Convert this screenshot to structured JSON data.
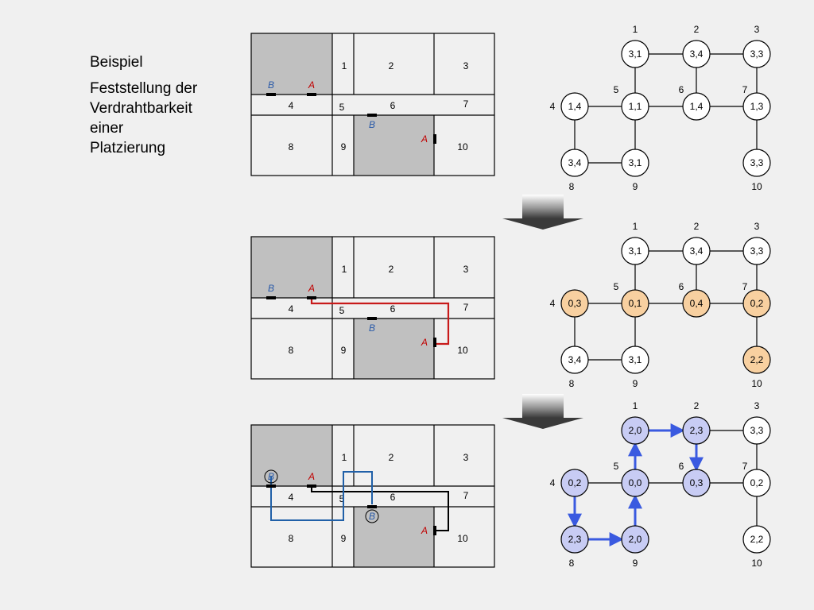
{
  "heading": {
    "title": "Beispiel",
    "subtitle_lines": [
      "Feststellung der",
      "Verdrahtbarkeit",
      "einer",
      "Platzierung"
    ]
  },
  "colors": {
    "background": "#f0f0f0",
    "block_fill": "#c0c0c0",
    "pin_a": "#c00000",
    "pin_b": "#2a5aa8",
    "route_red": "#c81a1a",
    "route_blue": "#2060a8",
    "route_black": "#000000",
    "node_orange": "#f8d0a0",
    "node_lavender": "#c8ccf4",
    "arrow_blue": "#3a5ae0"
  },
  "floorplan": {
    "cells": [
      "1",
      "2",
      "3",
      "4",
      "5",
      "6",
      "7",
      "8",
      "9",
      "10"
    ],
    "pins": {
      "a": "A",
      "b": "B"
    }
  },
  "graph_indices": [
    "1",
    "2",
    "3",
    "4",
    "5",
    "6",
    "7",
    "8",
    "9",
    "10"
  ],
  "panels": [
    {
      "name": "initial",
      "floorplan_route": "none",
      "circled_pins": false,
      "nodes": [
        {
          "id": "1",
          "label": "3,1",
          "style": "plain"
        },
        {
          "id": "2",
          "label": "3,4",
          "style": "plain"
        },
        {
          "id": "3",
          "label": "3,3",
          "style": "plain"
        },
        {
          "id": "4",
          "label": "1,4",
          "style": "plain"
        },
        {
          "id": "5",
          "label": "1,1",
          "style": "plain"
        },
        {
          "id": "6",
          "label": "1,4",
          "style": "plain"
        },
        {
          "id": "7",
          "label": "1,3",
          "style": "plain"
        },
        {
          "id": "8",
          "label": "3,4",
          "style": "plain"
        },
        {
          "id": "9",
          "label": "3,1",
          "style": "plain"
        },
        {
          "id": "10",
          "label": "3,3",
          "style": "plain"
        }
      ],
      "arrows": []
    },
    {
      "name": "route-a",
      "floorplan_route": "A",
      "circled_pins": false,
      "nodes": [
        {
          "id": "1",
          "label": "3,1",
          "style": "plain"
        },
        {
          "id": "2",
          "label": "3,4",
          "style": "plain"
        },
        {
          "id": "3",
          "label": "3,3",
          "style": "plain"
        },
        {
          "id": "4",
          "label": "0,3",
          "style": "orange"
        },
        {
          "id": "5",
          "label": "0,1",
          "style": "orange"
        },
        {
          "id": "6",
          "label": "0,4",
          "style": "orange"
        },
        {
          "id": "7",
          "label": "0,2",
          "style": "orange"
        },
        {
          "id": "8",
          "label": "3,4",
          "style": "plain"
        },
        {
          "id": "9",
          "label": "3,1",
          "style": "plain"
        },
        {
          "id": "10",
          "label": "2,2",
          "style": "orange"
        }
      ],
      "arrows": []
    },
    {
      "name": "route-b",
      "floorplan_route": "AB",
      "circled_pins": true,
      "nodes": [
        {
          "id": "1",
          "label": "2,0",
          "style": "lavender"
        },
        {
          "id": "2",
          "label": "2,3",
          "style": "lavender"
        },
        {
          "id": "3",
          "label": "3,3",
          "style": "plain"
        },
        {
          "id": "4",
          "label": "0,2",
          "style": "lavender"
        },
        {
          "id": "5",
          "label": "0,0",
          "style": "lavender"
        },
        {
          "id": "6",
          "label": "0,3",
          "style": "lavender"
        },
        {
          "id": "7",
          "label": "0,2",
          "style": "plain"
        },
        {
          "id": "8",
          "label": "2,3",
          "style": "lavender"
        },
        {
          "id": "9",
          "label": "2,0",
          "style": "lavender"
        },
        {
          "id": "10",
          "label": "2,2",
          "style": "plain"
        }
      ],
      "arrows": [
        [
          "4",
          "8"
        ],
        [
          "8",
          "9"
        ],
        [
          "9",
          "5"
        ],
        [
          "5",
          "1"
        ],
        [
          "1",
          "2"
        ],
        [
          "2",
          "6"
        ]
      ]
    }
  ]
}
